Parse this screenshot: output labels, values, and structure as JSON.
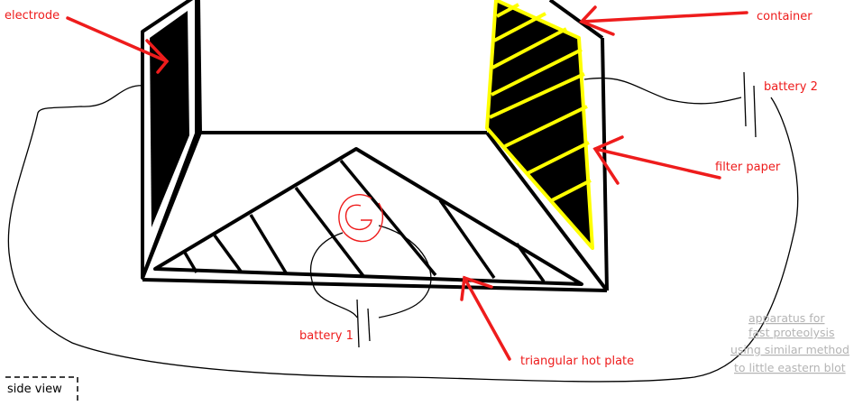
{
  "labels": {
    "electrode": "electrode",
    "container": "container",
    "battery_2": "battery 2",
    "filter_paper": "filter paper",
    "battery_1": "battery 1",
    "hot_plate": "triangular hot plate",
    "side_view": "side view"
  },
  "caption": {
    "line1": "apparatus for",
    "line2": "fast proteolysis",
    "line3": "using similar method",
    "line4": "to little eastern blot"
  },
  "colors": {
    "annotation_red": "#ee1c1c",
    "filter_yellow": "#ffff00",
    "caption_gray": "#b4b4b4",
    "ink": "#000000"
  }
}
